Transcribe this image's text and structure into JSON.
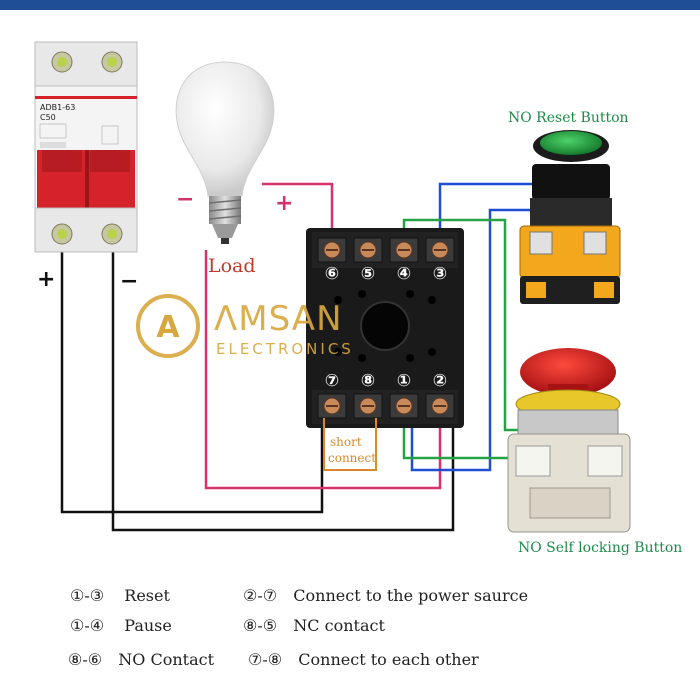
{
  "labels": {
    "load": "Load",
    "no_reset_button": "NO Reset Button",
    "no_self_locking_button": "NO Self locking Button",
    "short_connect_line1": "short",
    "short_connect_line2": "connect",
    "plus": "+",
    "minus": "−"
  },
  "breaker": {
    "model": "ADB1-63",
    "rating": "C50"
  },
  "relay_base": {
    "top_terminals": [
      "⑥",
      "⑤",
      "④",
      "③"
    ],
    "bottom_terminals": [
      "⑦",
      "⑧",
      "①",
      "②"
    ]
  },
  "watermark": {
    "name": "ΛMSAN",
    "sub": "ELECTRONICS",
    "mark": "A"
  },
  "legend": [
    {
      "pair": "①-③",
      "text": "Reset"
    },
    {
      "pair": "②-⑦",
      "text": "Connect to the power saurce"
    },
    {
      "pair": "①-④",
      "text": "Pause"
    },
    {
      "pair": "⑧-⑤",
      "text": "NC contact"
    },
    {
      "pair": "⑧-⑥",
      "text": "NO Contact"
    },
    {
      "pair": "⑦-⑧",
      "text": "Connect to each other"
    }
  ],
  "colors": {
    "top_bar": "#1f4e96",
    "wire_black": "#111111",
    "wire_pink": "#d6336c",
    "wire_blue": "#1f4fd0",
    "wire_green": "#25a244",
    "short_connect": "#d9892b",
    "breaker_red": "#d6232b",
    "button_green": "#1f8a3a",
    "button_red": "#d3171b",
    "button_yellow": "#f1c40f",
    "watermark_gold": "#d8a840"
  }
}
